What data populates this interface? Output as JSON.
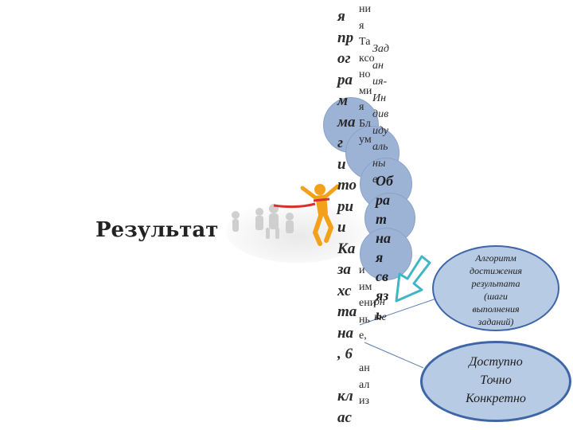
{
  "result_label": "Результат",
  "ellipse_algorithm": [
    "Алгоритм",
    "достижения",
    "результата",
    "(шаги",
    "выполнения",
    "заданий)"
  ],
  "ellipse_criteria": [
    "Доступно",
    "Точно",
    "Конкретно"
  ],
  "text_column_main": "я\nпр\nог\nра\nм\nма\nг\nи\nто\nри\nи\nКа\nза\nхс\nта\nна\n, 6\n\nкл\nас",
  "text_column_mid": "ни\nя\nТа\nксо\nно\nми\nя\nБл\nум\n\n\n\n\n\n\n\nи\nим\nени\nнь\nе,\n\nан\nал\nиз",
  "text_column_right": "Зад\nан\nия-\nИн\nдив\nиду\nаль\nны\nе",
  "text_column_circles": "Об\nра\nт\nна\nя\nсв\nяз\nь",
  "text_column_right_lower": "рн\nые",
  "colors": {
    "circle_fill": "#9db3d6",
    "ellipse_fill": "#b8cbe4",
    "ellipse_border": "#3e66a6",
    "arrow_outline": "#3fb6c6",
    "runner_red": "#d9302c",
    "runner_orange": "#f3a11a"
  },
  "icons": {
    "arrow": "down-right-arrow-icon",
    "photo": "runners-finish-line-image"
  }
}
